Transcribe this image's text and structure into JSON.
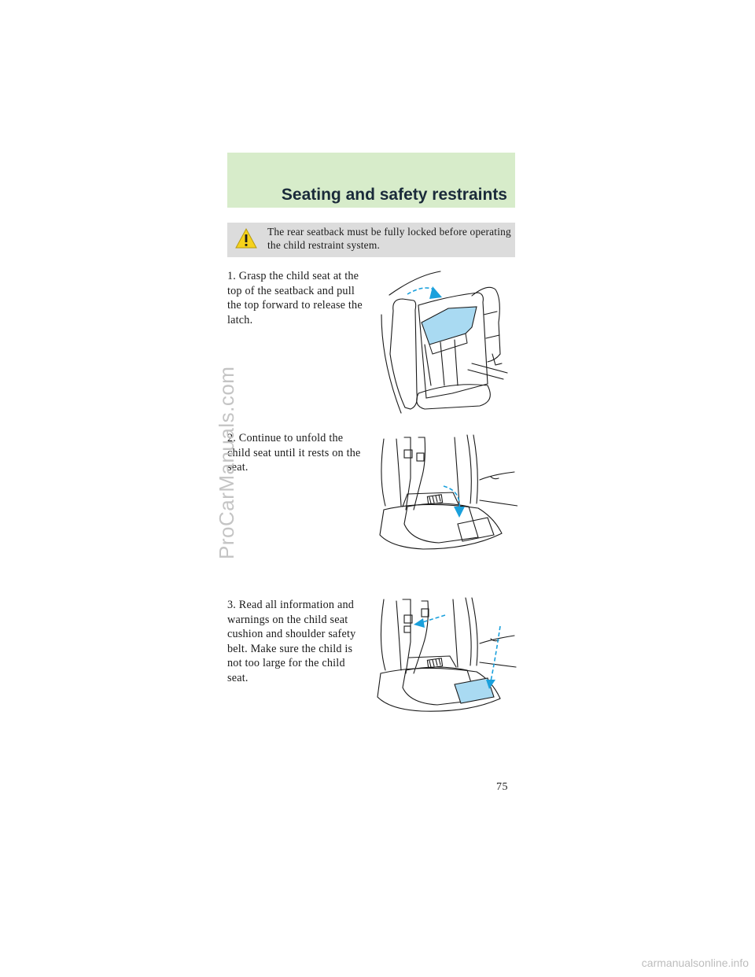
{
  "header": {
    "title": "Seating and safety restraints"
  },
  "warning": {
    "icon": "warning-triangle-icon",
    "text": "The rear seatback must be fully locked before operating the child restraint system."
  },
  "steps": [
    {
      "text": "1. Grasp the child seat at the top of the seatback and pull the top forward to release the latch."
    },
    {
      "text": "2. Continue to unfold the child seat until it rests on the seat."
    },
    {
      "text": "3. Read all information and warnings on the child seat cushion and shoulder safety belt. Make sure the child is not too large for the child seat."
    }
  ],
  "page_number": "75",
  "watermark": "ProCarManuals.com",
  "footer_site": "carmanualsonline.info",
  "colors": {
    "header_bg": "#d7ecca",
    "warning_bg": "#dcdcdc",
    "highlight_blue": "#1aa0dc",
    "fill_blue": "#a9daf2",
    "warning_yellow": "#f6d21c"
  }
}
